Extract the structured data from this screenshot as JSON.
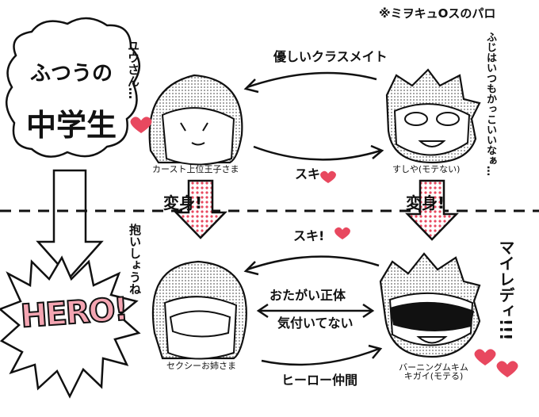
{
  "note": "※ミヲキュOスのパロ",
  "title": {
    "line1": "ふつうの",
    "line2": "中学生"
  },
  "hero": "HERO!",
  "top": {
    "left_name": "カースト上位王子さま",
    "left_side": "ユウさん…",
    "right_name": "すしや(モテない)",
    "right_side": "ふじはいつもかっこいいなぁ…",
    "arrow_top": "優しいクラスメイト",
    "arrow_bottom": "スキ"
  },
  "transform": {
    "left": "変身!",
    "right": "変身!"
  },
  "bottom": {
    "left_name": "セクシーお姉さま",
    "left_side": "抱いしょうね",
    "right_name": "バーニングムキムキガイ(モテる)",
    "right_side": "マイレディ!!!",
    "arrow_top": "スキ!",
    "mid_1": "おたがい正体",
    "mid_2": "気付いてない",
    "arrow_bottom": "ヒーロー仲間"
  },
  "colors": {
    "accent": "#e8485f",
    "pink": "#f4a5b2",
    "ink": "#111111"
  }
}
